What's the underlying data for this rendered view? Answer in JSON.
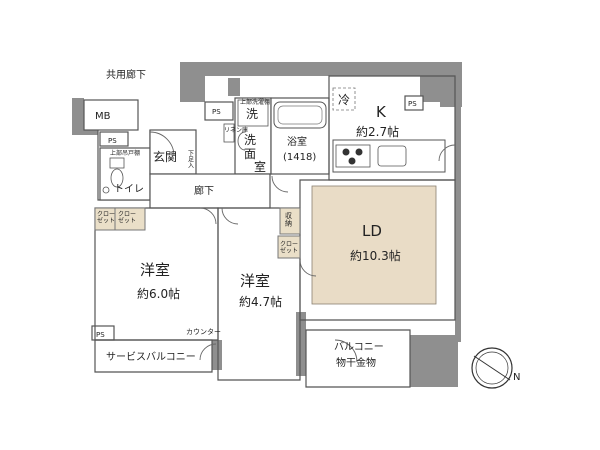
{
  "labels": {
    "corridor_shared": "共用廊下",
    "mb": "MB",
    "ps_top_left": "PS",
    "ps_upper": "PS",
    "ps_kitchen": "PS",
    "ps_bottom": "PS",
    "entrance": "玄関",
    "shoe_box": "下足入",
    "upper_shelf": "上部吊戸棚",
    "toilet": "トイレ",
    "wash_top": "洗",
    "wash_upper": "上部洗濯棚",
    "linen": "リネン庫",
    "washroom_1": "洗",
    "washroom_2": "面",
    "washroom_3": "室",
    "bath": "浴室",
    "bath_size": "(1418)",
    "fridge": "冷",
    "kitchen": "K",
    "kitchen_area": "約2.7帖",
    "hallway": "廊下",
    "closet_a": "クロー\nゼット",
    "closet_b": "クロー\nゼット",
    "storage": "収\n納",
    "closet_c": "クロー\nゼット",
    "ld": "LD",
    "ld_area": "約10.3帖",
    "western1": "洋室",
    "western1_area": "約6.0帖",
    "western2": "洋室",
    "western2_area": "約4.7帖",
    "counter": "カウンター",
    "service_balcony": "サービスバルコニー",
    "balcony": "バルコニー",
    "drying_rack": "物干金物",
    "compass_n": "N"
  }
}
